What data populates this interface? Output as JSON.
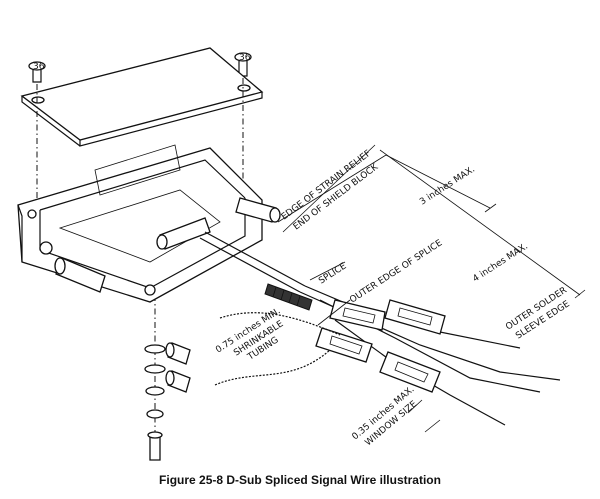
{
  "labels": {
    "edge_of_strain_relief": "EDGE OF STRAIN RELIEF",
    "end_of_shield_block": "END OF SHIELD BLOCK",
    "three_inches_max": "3 inches MAX.",
    "four_inches_max": "4 inches MAX.",
    "splice": "SPLICE",
    "outer_edge_of_splice": "OUTER EDGE OF SPLICE",
    "outer_solder_sleeve_edge_1": "OUTER SOLDER",
    "outer_solder_sleeve_edge_2": "SLEEVE EDGE",
    "shrink_1": "0.75 inches MIN.",
    "shrink_2": "SHRINKABLE",
    "shrink_3": "TUBING",
    "window_1": "0.35 inches MAX.",
    "window_2": "WINDOW SIZE",
    "screw_label": "36"
  },
  "caption": "Figure 25-8   D-Sub Spliced Signal Wire illustration"
}
